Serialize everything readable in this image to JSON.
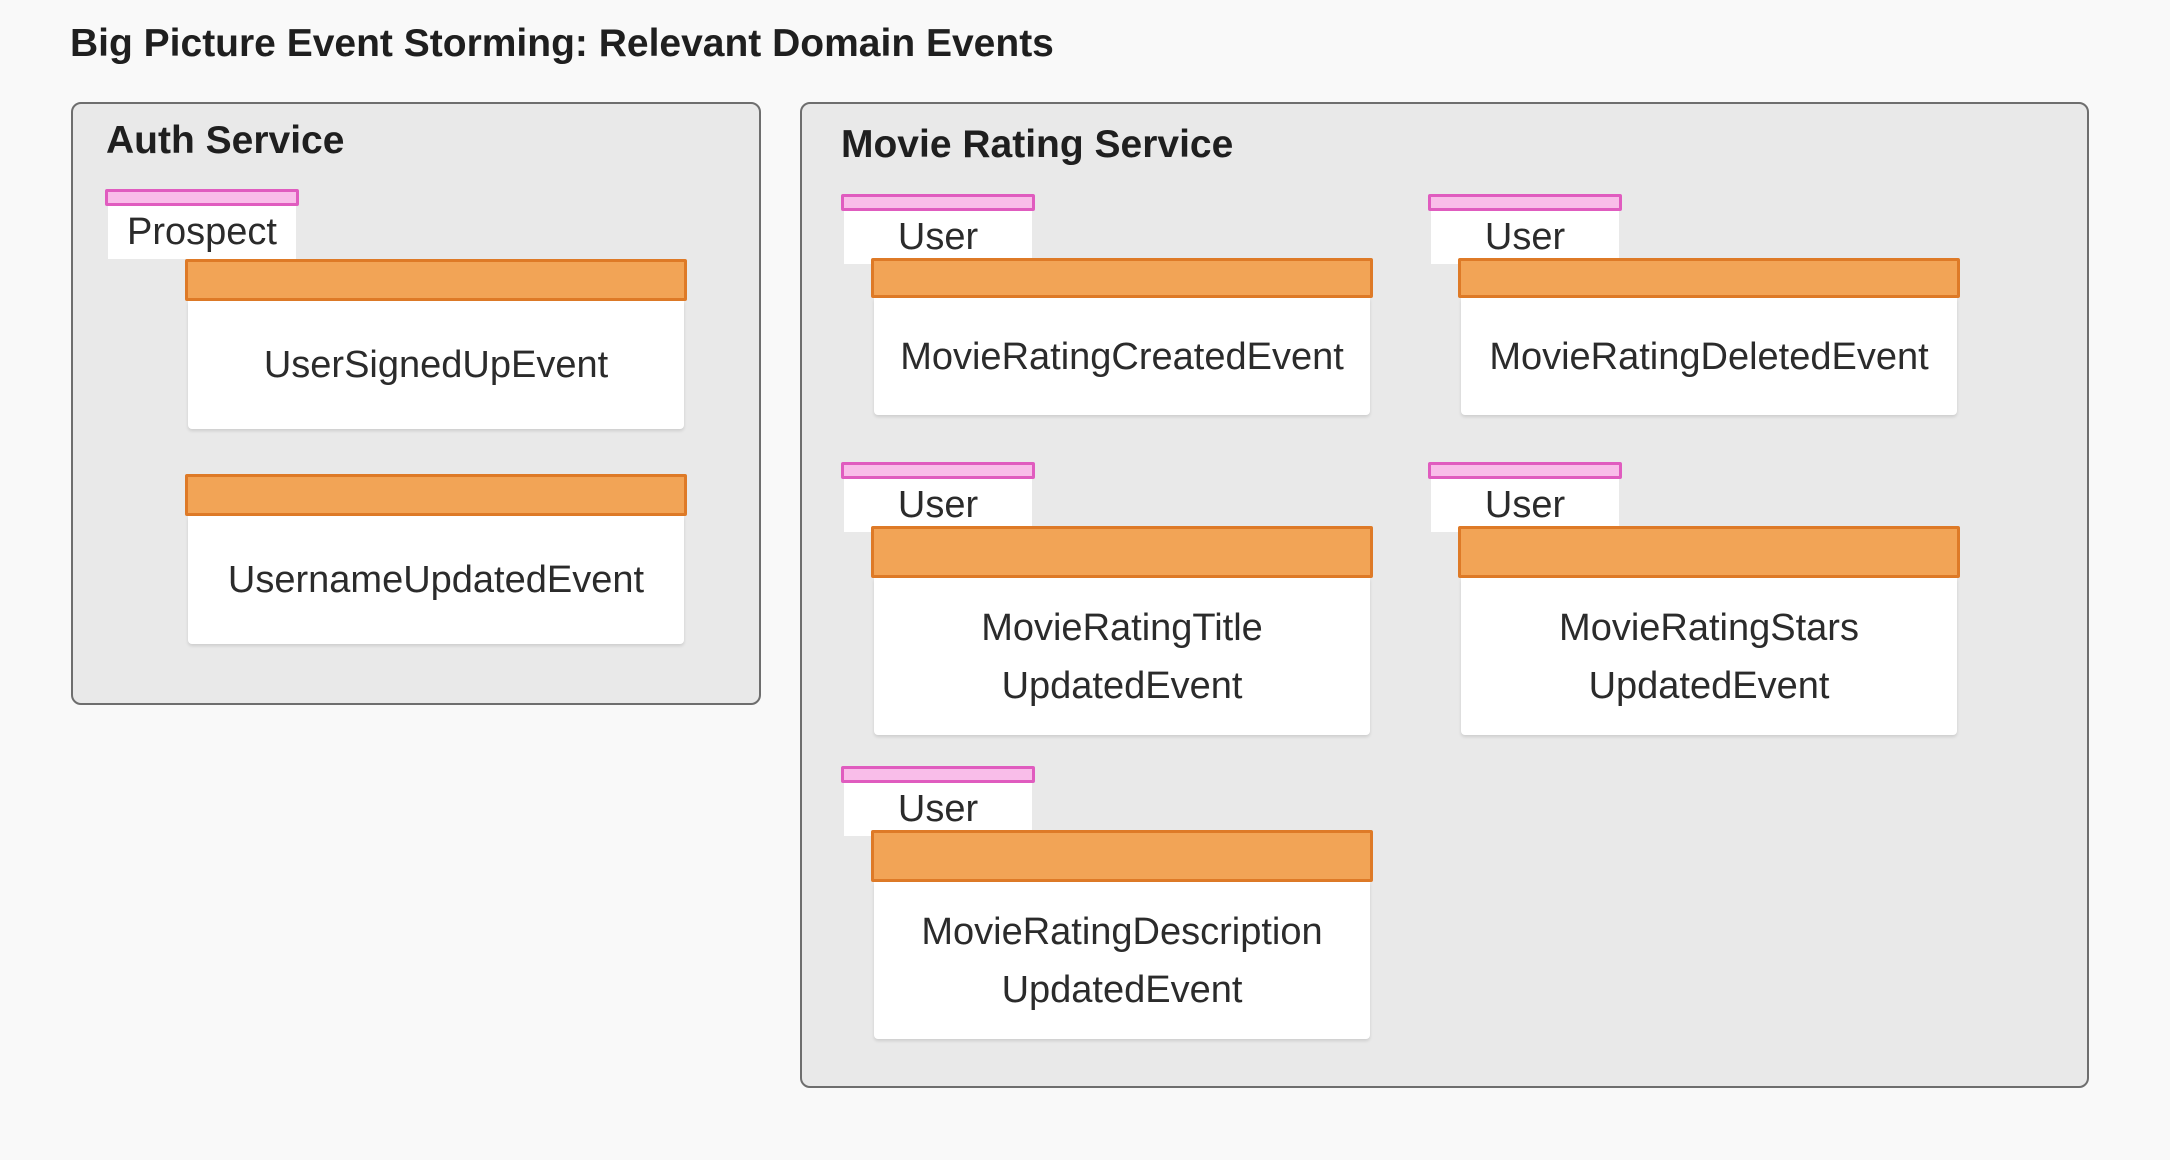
{
  "title": "Big Picture Event Storming: Relevant Domain Events",
  "services": [
    {
      "name": "Auth Service",
      "actor": "Prospect",
      "events": [
        {
          "lines": [
            "UserSignedUpEvent"
          ]
        },
        {
          "lines": [
            "UsernameUpdatedEvent"
          ]
        }
      ]
    },
    {
      "name": "Movie Rating Service",
      "events": [
        {
          "actor": "User",
          "lines": [
            "MovieRatingCreatedEvent"
          ]
        },
        {
          "actor": "User",
          "lines": [
            "MovieRatingDeletedEvent"
          ]
        },
        {
          "actor": "User",
          "lines": [
            "MovieRatingTitle",
            "UpdatedEvent"
          ]
        },
        {
          "actor": "User",
          "lines": [
            "MovieRatingStars",
            "UpdatedEvent"
          ]
        },
        {
          "actor": "User",
          "lines": [
            "MovieRatingDescription",
            "UpdatedEvent"
          ]
        }
      ]
    }
  ],
  "colors": {
    "actor_fill": "#f9bde9",
    "actor_border": "#e05cbf",
    "event_fill": "#f2a456",
    "event_border": "#de7a27",
    "container_fill": "#e9e9e9",
    "background": "#f9f9f9"
  }
}
